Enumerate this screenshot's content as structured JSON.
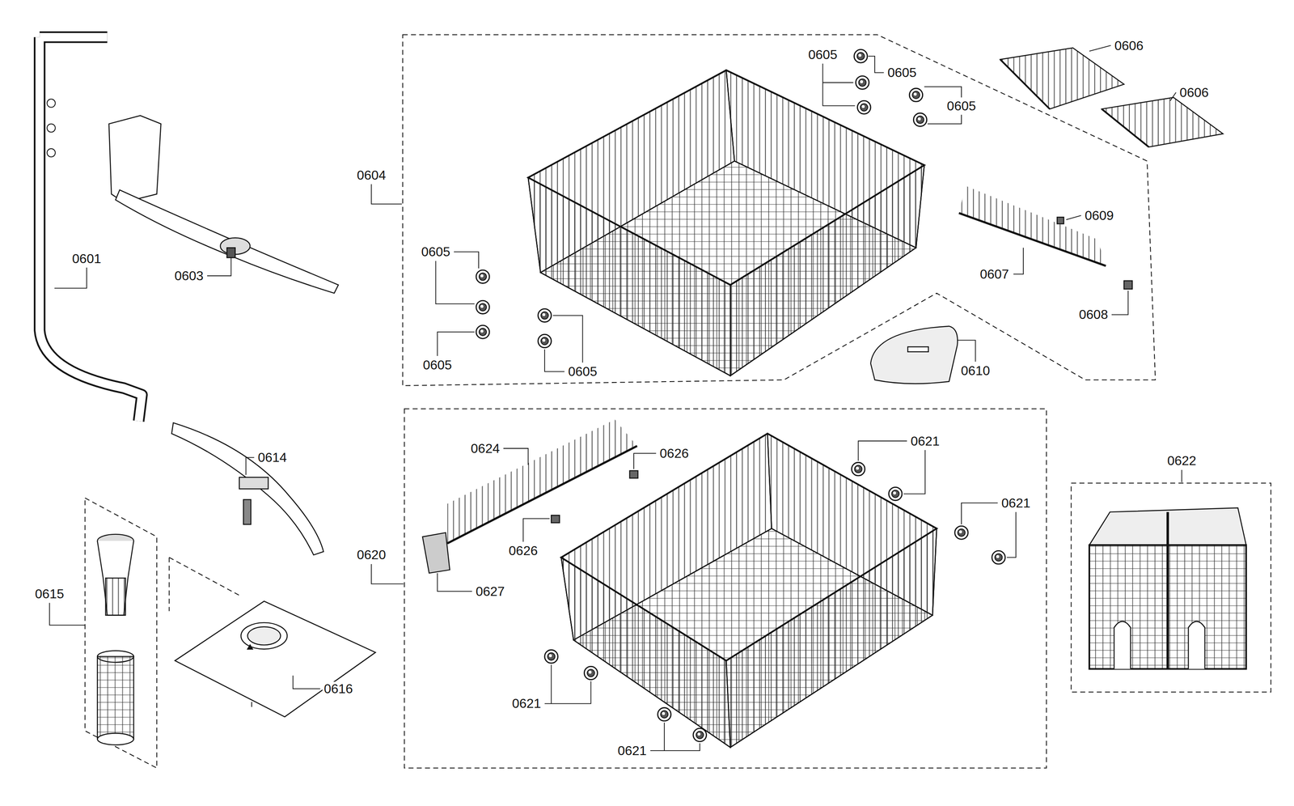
{
  "diagram": {
    "labels": [
      "0601",
      "0603",
      "0604",
      "0605",
      "0605",
      "0605",
      "0606",
      "0606",
      "0609",
      "0607",
      "0608",
      "0605",
      "0605",
      "0605",
      "0610",
      "0614",
      "0620",
      "0624",
      "0626",
      "0626",
      "0627",
      "0621",
      "0621",
      "0621",
      "0621",
      "0615",
      "0616",
      "0622"
    ]
  }
}
